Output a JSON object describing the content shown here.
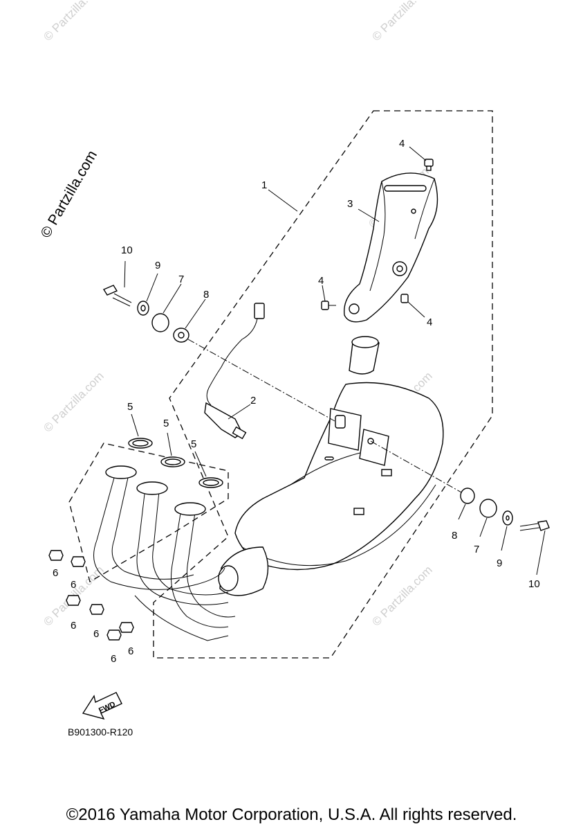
{
  "watermark": {
    "main": "© Partzilla.com",
    "faint": "© Partzilla.com"
  },
  "callouts": {
    "c1": "1",
    "c2": "2",
    "c3": "3",
    "c4a": "4",
    "c4b": "4",
    "c4c": "4",
    "c5a": "5",
    "c5b": "5",
    "c5c": "5",
    "c6a": "6",
    "c6b": "6",
    "c6c": "6",
    "c6d": "6",
    "c6e": "6",
    "c6f": "6",
    "c7a": "7",
    "c7b": "7",
    "c8a": "8",
    "c8b": "8",
    "c9a": "9",
    "c9b": "9",
    "c10a": "10",
    "c10b": "10"
  },
  "fwd_label": "FWD",
  "diagram_code": "B901300-R120",
  "copyright": "©2016 Yamaha Motor Corporation, U.S.A. All rights reserved."
}
